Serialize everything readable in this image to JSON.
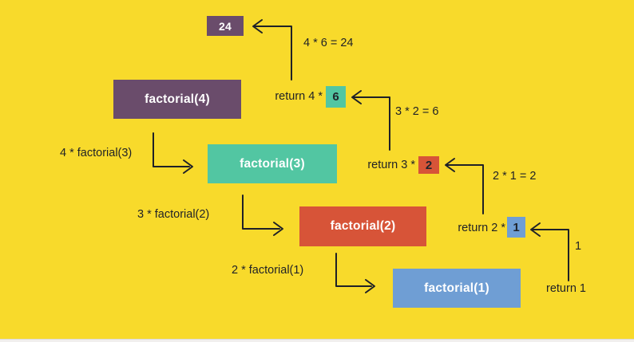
{
  "diagram": {
    "nodes": {
      "result": {
        "label": "24"
      },
      "f4": {
        "label": "factorial(4)"
      },
      "f3": {
        "label": "factorial(3)"
      },
      "f2": {
        "label": "factorial(2)"
      },
      "f1": {
        "label": "factorial(1)"
      }
    },
    "values": {
      "v6": "6",
      "v2": "2",
      "v1": "1"
    },
    "labels": {
      "calc4": "4 * 6 = 24",
      "ret4": "return 4 *",
      "calc3": "3 * 2 = 6",
      "call4": "4 * factorial(3)",
      "ret3": "return 3 *",
      "calc2": "2 * 1 = 2",
      "call3": "3 * factorial(2)",
      "ret2": "return 2 *",
      "calc1": "1",
      "call2": "2 * factorial(1)",
      "ret1": "return 1"
    },
    "colors": {
      "background": "#f8da2b",
      "purple": "#6a4c6b",
      "teal": "#52c6a2",
      "red": "#d75438",
      "blue": "#6f9ed4",
      "line": "#1f2127"
    }
  }
}
